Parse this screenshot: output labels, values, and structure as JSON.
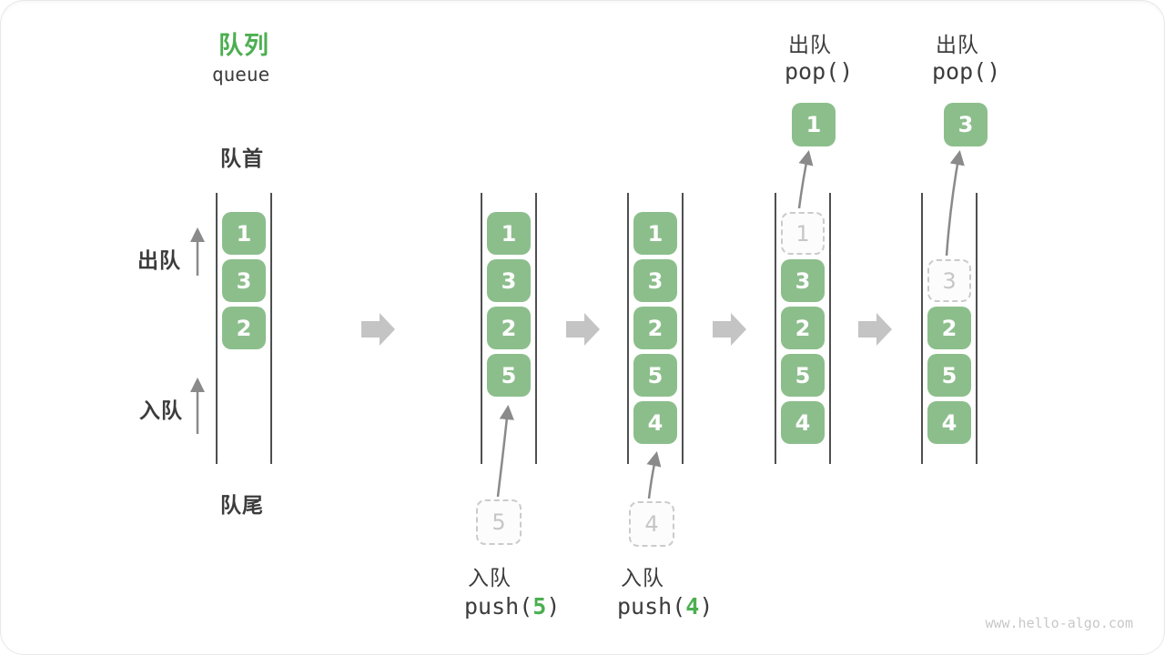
{
  "header": {
    "title_zh": "队列",
    "title_en": "queue"
  },
  "labels": {
    "front": "队首",
    "rear": "队尾",
    "dequeue": "出队",
    "enqueue": "入队"
  },
  "colors": {
    "box_green": "#8CBE8C",
    "accent_green": "#4CAF50",
    "block_arrow_gray": "#C4C4C4",
    "thin_arrow_gray": "#8A8A8A",
    "container_line": "#4F4F4F",
    "dashed_border": "#CBCBCB",
    "dashed_text": "#C6C6C6",
    "text_dark": "#3C3C3C",
    "watermark_gray": "#C8C8C8"
  },
  "diagram": {
    "states": [
      {
        "slot1": "1",
        "slot2": "3",
        "slot3": "2"
      },
      {
        "slot1": "1",
        "slot2": "3",
        "slot3": "2",
        "slot4": "5",
        "staging": "5",
        "op_label": "入队",
        "code_pre": "push(",
        "code_arg": "5",
        "code_post": ")"
      },
      {
        "slot1": "1",
        "slot2": "3",
        "slot3": "2",
        "slot4": "5",
        "slot5": "4",
        "staging": "4",
        "op_label": "入队",
        "code_pre": "push(",
        "code_arg": "4",
        "code_post": ")"
      },
      {
        "slot1_dashed": "1",
        "slot2": "3",
        "slot3": "2",
        "slot4": "5",
        "slot5": "4",
        "popped": "1",
        "op_label": "出队",
        "code": "pop()"
      },
      {
        "slot2_dashed": "3",
        "slot3": "2",
        "slot4": "5",
        "slot5": "4",
        "popped": "3",
        "op_label": "出队",
        "code": "pop()"
      }
    ]
  },
  "footer": {
    "watermark": "www.hello-algo.com"
  }
}
